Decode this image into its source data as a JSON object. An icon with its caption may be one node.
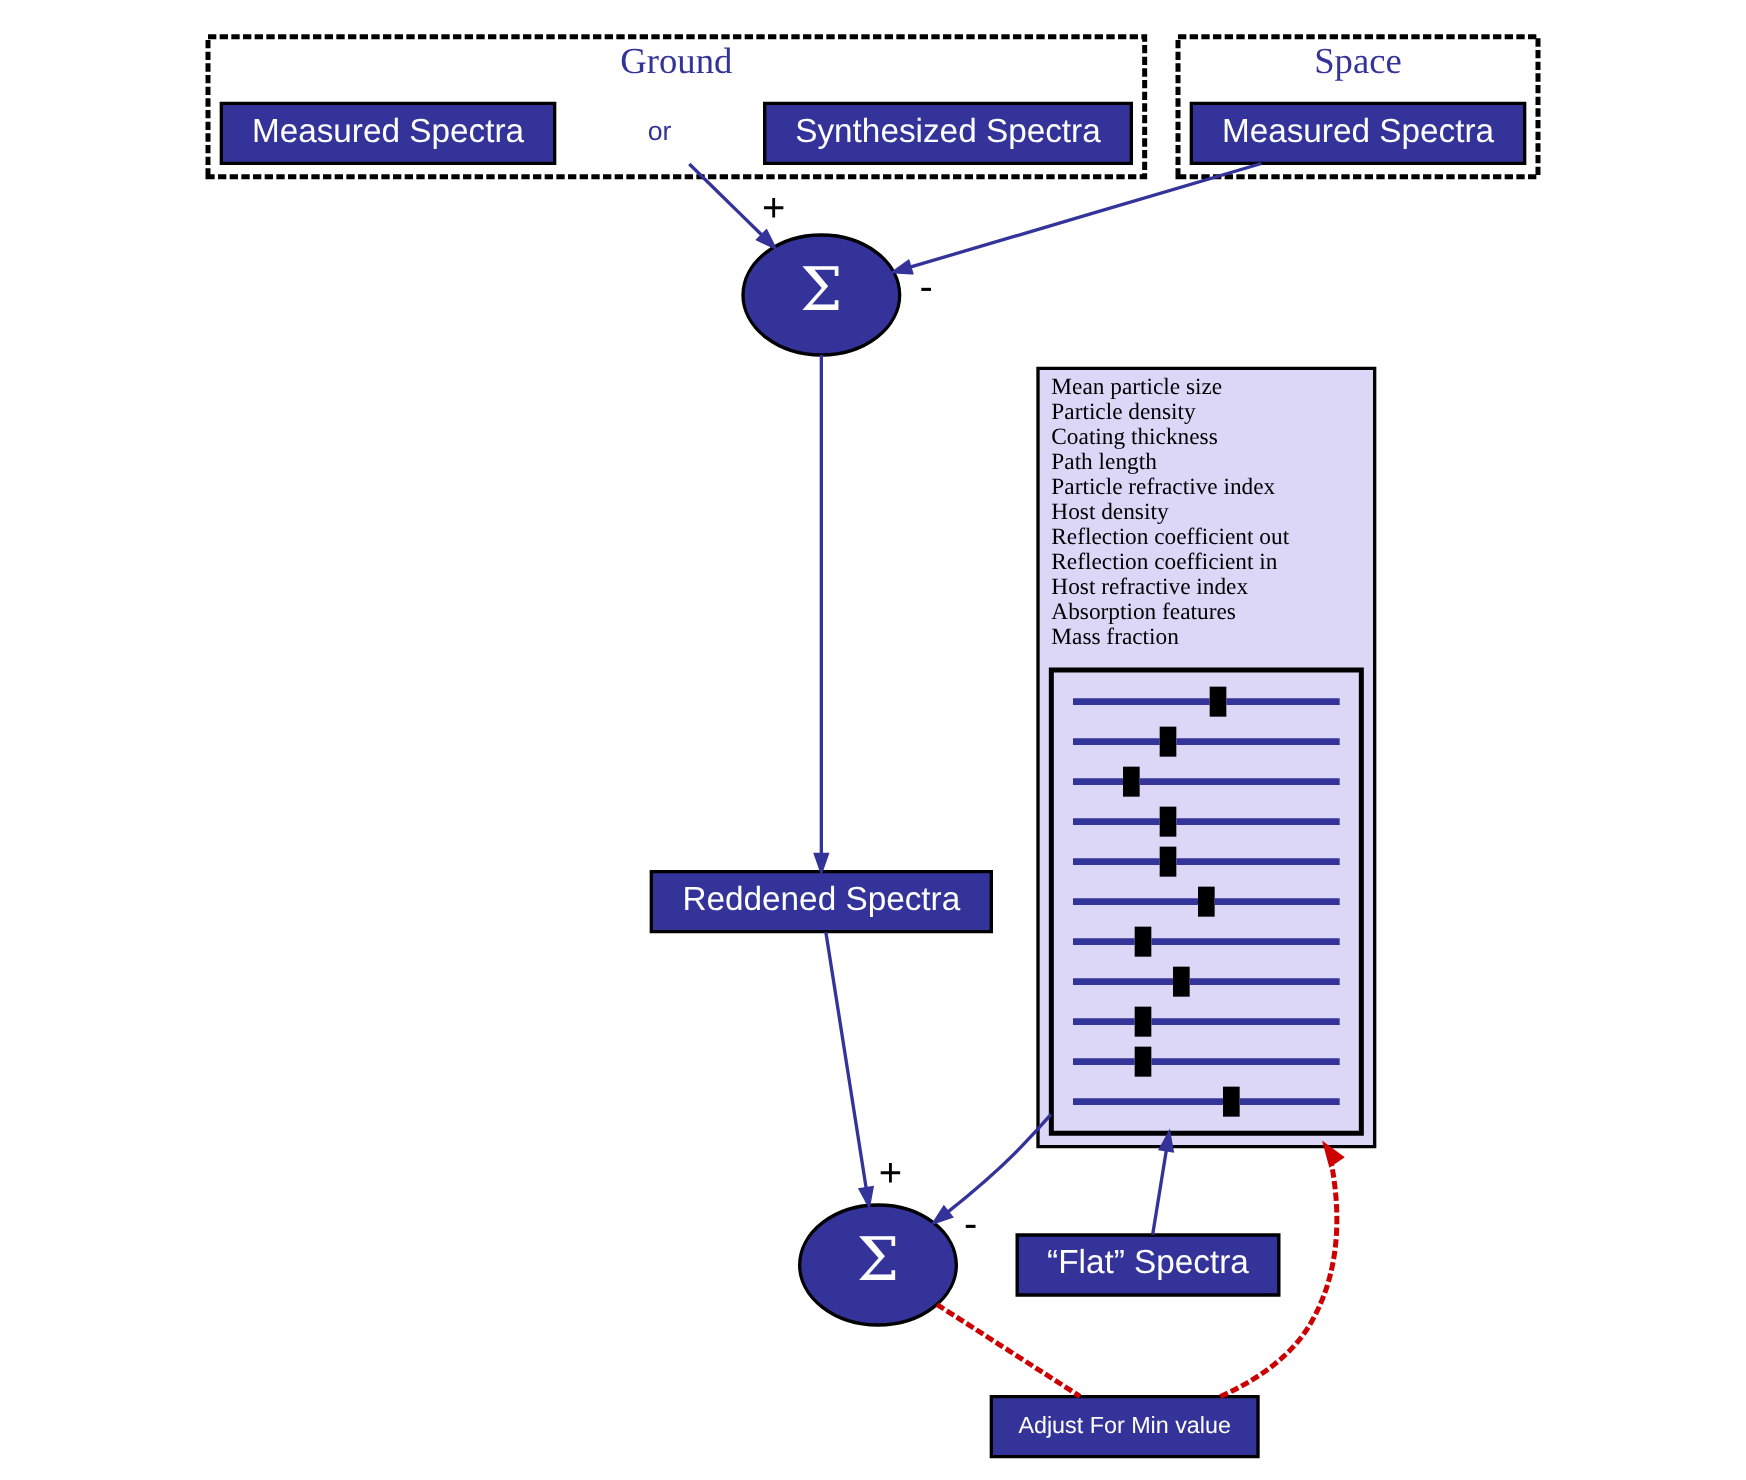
{
  "diagram": {
    "nodes": [
      {
        "text": [
          "Ground"
        ]
      },
      {
        "text": [
          "Synthesized Spectra"
        ],
        "in": 0
      },
      {
        "text": [
          "or"
        ],
        "in": 0
      },
      {
        "text": [
          "Measured Spectra"
        ],
        "in": 0
      },
      {
        "text": [
          "Space"
        ]
      },
      {
        "text": [
          "Measured Spectra"
        ],
        "in": 4
      },
      {
        "text": [
          "Σ"
        ]
      },
      {
        "text": [
          "Reddened Spectra"
        ]
      },
      {
        "text": [
          "Mean particle size",
          "Particle density",
          "Coating thickness",
          "Path length",
          "Particle refractive index",
          "Host density",
          "Reflection coefficient out",
          "Reflection coefficient in",
          "Host refractive index",
          "Absorption features",
          "Mass fraction"
        ]
      },
      {
        "text": [],
        "shape": "box",
        "in": 8
      },
      {
        "text": [
          "Σ"
        ]
      },
      {
        "text": [
          "Adjust For Min value"
        ]
      },
      {
        "text": [
          "“Flat” Spectra"
        ]
      }
    ],
    "edges": [
      {
        "from": 2,
        "to": 6,
        "arrow": "to",
        "label": "+"
      },
      {
        "from": 5,
        "to": 6,
        "arrow": "to",
        "label": "-"
      },
      {
        "from": 6,
        "to": 7,
        "arrow": "to"
      },
      {
        "from": 7,
        "to": 10,
        "arrow": "to",
        "label": "+"
      },
      {
        "from": 9,
        "to": 10,
        "arrow": "to",
        "label": "-"
      },
      {
        "from": 10,
        "to": 11,
        "arrow": "none",
        "style": "dashed",
        "color": "#cc0000"
      },
      {
        "from": 11,
        "to": 8,
        "arrow": "to",
        "style": "dashed",
        "color": "#cc0000"
      },
      {
        "from": 12,
        "to": 9,
        "arrow": "to"
      }
    ]
  }
}
